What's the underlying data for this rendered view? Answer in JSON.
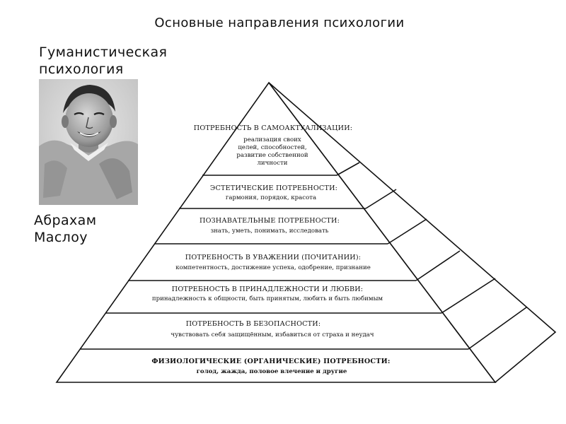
{
  "title": "Основные направления психологии",
  "school": {
    "line1": "Гуманистическая",
    "line2": "психология"
  },
  "person": {
    "first_name": "Абрахам",
    "last_name": "Маслоу"
  },
  "pyramid": {
    "levels": [
      {
        "title": "ПОТРЕБНОСТЬ В САМОАКТУАЛИЗАЦИИ:",
        "desc": [
          "реализация своих",
          "целей, способностей,",
          "развитие собственной",
          "личности"
        ]
      },
      {
        "title": "ЭСТЕТИЧЕСКИЕ ПОТРЕБНОСТИ:",
        "desc": [
          "гармония, порядок, красота"
        ]
      },
      {
        "title": "ПОЗНАВАТЕЛЬНЫЕ ПОТРЕБНОСТИ:",
        "desc": [
          "знать, уметь, понимать, исследовать"
        ]
      },
      {
        "title": "ПОТРЕБНОСТЬ В УВАЖЕНИИ (ПОЧИТАНИИ):",
        "desc": [
          "компетентность, достижение успеха, одобрение, признание"
        ]
      },
      {
        "title": "ПОТРЕБНОСТЬ В ПРИНАДЛЕЖНОСТИ И ЛЮБВИ:",
        "desc": [
          "принадлежность к общности, быть принятым, любить и быть любимым"
        ]
      },
      {
        "title": "ПОТРЕБНОСТЬ В БЕЗОПАСНОСТИ:",
        "desc": [
          "чувствовать себя защищённым, избавиться от страха и неудач"
        ]
      },
      {
        "title": "ФИЗИОЛОГИЧЕСКИЕ (ОРГАНИЧЕСКИЕ) ПОТРЕБНОСТИ:",
        "desc": [
          "голод, жажда, половое влечение и другие"
        ]
      }
    ]
  }
}
